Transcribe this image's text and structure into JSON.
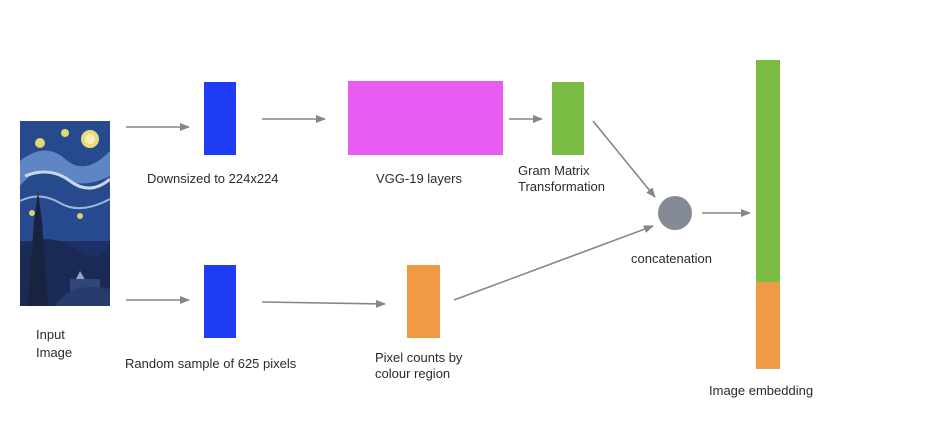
{
  "colors": {
    "blue": "#1f3cf5",
    "magenta": "#e95cf2",
    "green": "#7bbc44",
    "orange": "#f09a46",
    "node": "#848b94",
    "arrow": "#7f8791"
  },
  "input": {
    "label_line1": "Input",
    "label_line2": "Image",
    "picture": "starry-night-painting-thumbnail"
  },
  "top_branch": {
    "downsize_label": "Downsized to 224x224",
    "vgg_label": "VGG-19 layers",
    "gram_label_line1": "Gram Matrix",
    "gram_label_line2": "Transformation"
  },
  "bottom_branch": {
    "sample_label": "Random sample of 625 pixels",
    "counts_label_line1": "Pixel counts by",
    "counts_label_line2": "colour region"
  },
  "merge": {
    "concat_label": "concatenation"
  },
  "output": {
    "embedding_label": "Image embedding",
    "green_fraction": 0.72,
    "orange_fraction": 0.28
  }
}
